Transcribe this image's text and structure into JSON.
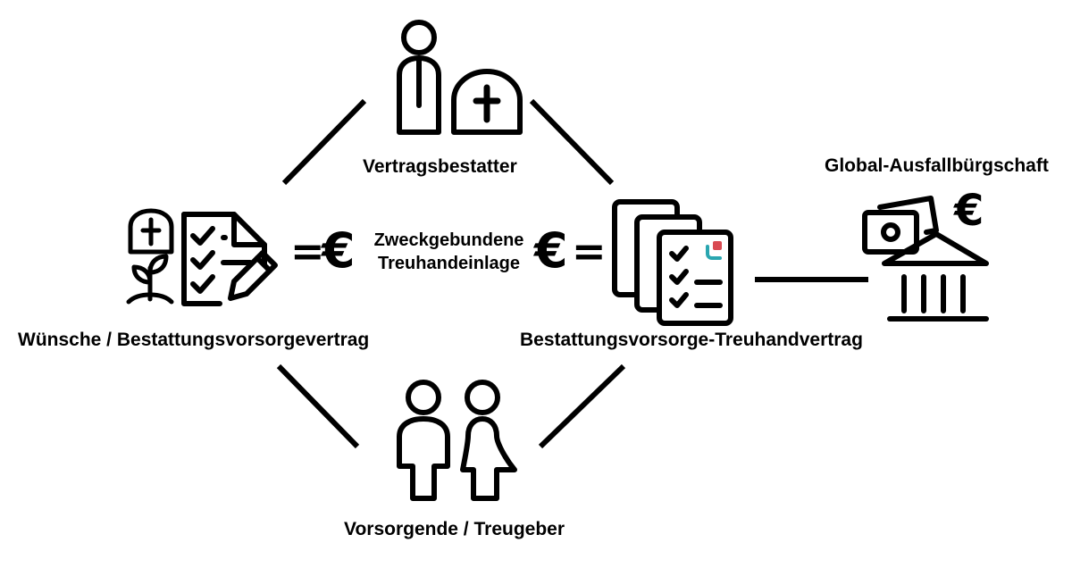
{
  "nodes": {
    "top": {
      "label": "Vertragsbestatter"
    },
    "left": {
      "label": "Wünsche / Bestattungsvorsorgevertrag"
    },
    "right": {
      "label": "Bestattungsvorsorge-Treuhandvertrag"
    },
    "bottom": {
      "label": "Vorsorgende / Treugeber"
    },
    "far_right": {
      "label": "Global-Ausfallbürgschaft"
    }
  },
  "center": {
    "line1": "Zweckgebundene",
    "line2": "Treuhandeinlage",
    "euro_symbol": "€",
    "equals_symbol": "="
  },
  "icons": {
    "person": "businessperson-icon",
    "tombstone": "gravestone-cross-icon",
    "checklist": "checklist-document-icon",
    "sprout": "plant-sprout-icon",
    "pen": "pen-icon",
    "documents": "document-stack-icon",
    "bank": "bank-building-icon",
    "cash": "banknote-icon",
    "couple": "couple-icon"
  },
  "colors": {
    "ink": "#000000",
    "logo_teal": "#2aa6b0",
    "logo_red": "#d94a52"
  }
}
